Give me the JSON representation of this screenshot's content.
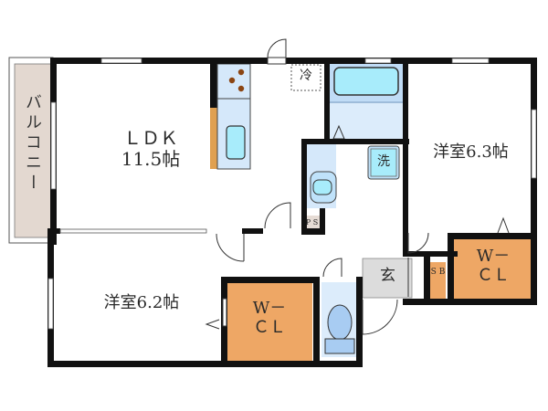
{
  "floor_plan": {
    "rooms": {
      "ldk": {
        "name": "ＬＤＫ",
        "size": "11.5帖"
      },
      "western_room_right": {
        "label": "洋室6.3帖"
      },
      "western_room_left": {
        "label": "洋室6.2帖"
      },
      "wcl_right": {
        "line1": "W－",
        "line2": "ＣＬ"
      },
      "wcl_left": {
        "line1": "W－",
        "line2": "ＣＬ"
      },
      "balcony": {
        "label": "バルコニー"
      },
      "entrance": {
        "label": "玄"
      },
      "shoe_box": {
        "label": "S B"
      },
      "pipe_space": {
        "label": "P S"
      },
      "fridge": {
        "label": "冷"
      },
      "washer": {
        "label": "洗"
      }
    },
    "colors": {
      "wall": "#111111",
      "balcony": "#e3d8d0",
      "closet": "#eea765",
      "wet_area": "#d5e8fa",
      "fixture": "#a8ecfb",
      "entrance": "#dcdcdc",
      "ps": "#e6dcd5",
      "counter_edge": "#e0a050",
      "burner": "#8b4513"
    }
  }
}
